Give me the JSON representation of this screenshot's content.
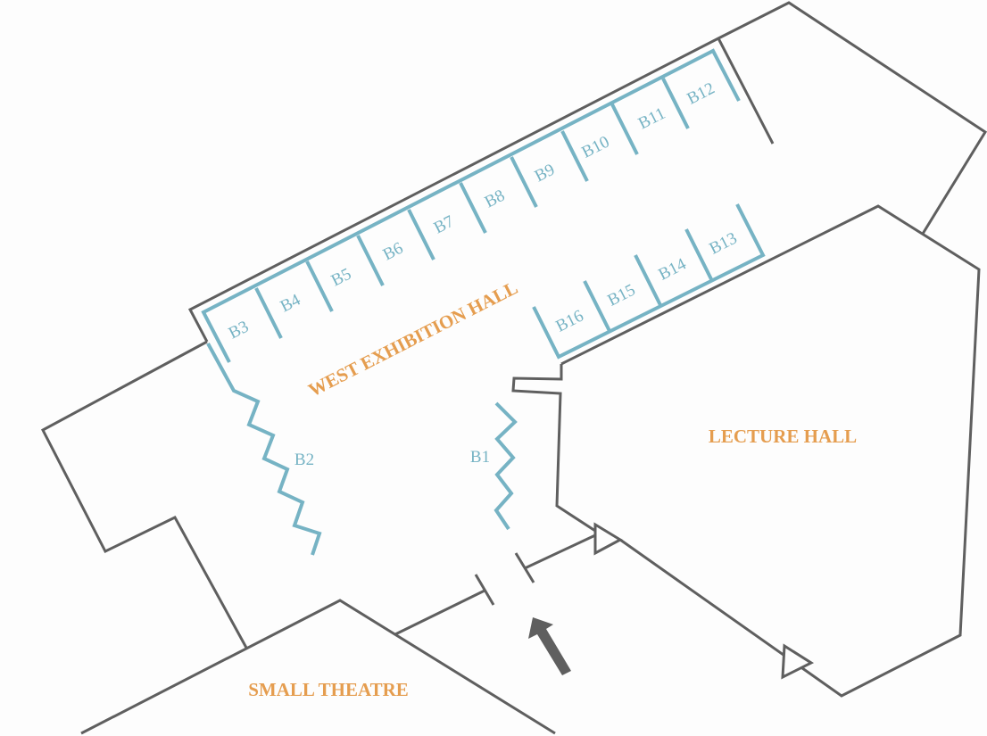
{
  "map": {
    "colors": {
      "wall": "#5f5f5f",
      "booth": "#76b3c4",
      "room_label": "#e59d4f",
      "background": "#fdfdfd"
    },
    "rooms": {
      "west_exhibition_hall": "WEST EXHIBITION HALL",
      "lecture_hall": "LECTURE HALL",
      "small_theatre": "SMALL THEATRE"
    },
    "booths": {
      "b1": "B1",
      "b2": "B2",
      "b3": "B3",
      "b4": "B4",
      "b5": "B5",
      "b6": "B6",
      "b7": "B7",
      "b8": "B8",
      "b9": "B9",
      "b10": "B10",
      "b11": "B11",
      "b12": "B12",
      "b13": "B13",
      "b14": "B14",
      "b15": "B15",
      "b16": "B16"
    },
    "entrance_icon": "arrow-up-left-icon"
  }
}
